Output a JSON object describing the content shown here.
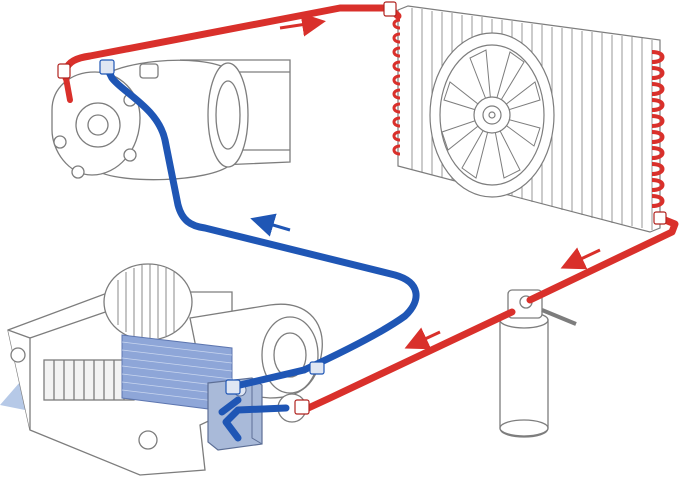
{
  "diagram": {
    "components": [
      {
        "id": "compressor",
        "kind": "compressor"
      },
      {
        "id": "condenser",
        "kind": "condenser-with-fan"
      },
      {
        "id": "receiver-drier",
        "kind": "receiver-drier"
      },
      {
        "id": "expansion-valve",
        "kind": "expansion-valve"
      },
      {
        "id": "evaporator",
        "kind": "evaporator-with-blower"
      }
    ],
    "lines": [
      {
        "id": "discharge-line",
        "from": "compressor",
        "to": "condenser",
        "state": "hot-high-pressure"
      },
      {
        "id": "liquid-line-1",
        "from": "condenser",
        "to": "receiver-drier",
        "state": "hot-high-pressure"
      },
      {
        "id": "liquid-line-2",
        "from": "receiver-drier",
        "to": "expansion-valve",
        "state": "hot-high-pressure"
      },
      {
        "id": "suction-line",
        "from": "evaporator",
        "to": "compressor",
        "state": "cold-low-pressure"
      }
    ],
    "colors": {
      "hot_line": "#d9302b",
      "cold_line": "#1f56b5",
      "airflow": "#a9bfe3",
      "evaporator_core": "#8ea6d8",
      "outline": "#7d7d7d"
    }
  }
}
